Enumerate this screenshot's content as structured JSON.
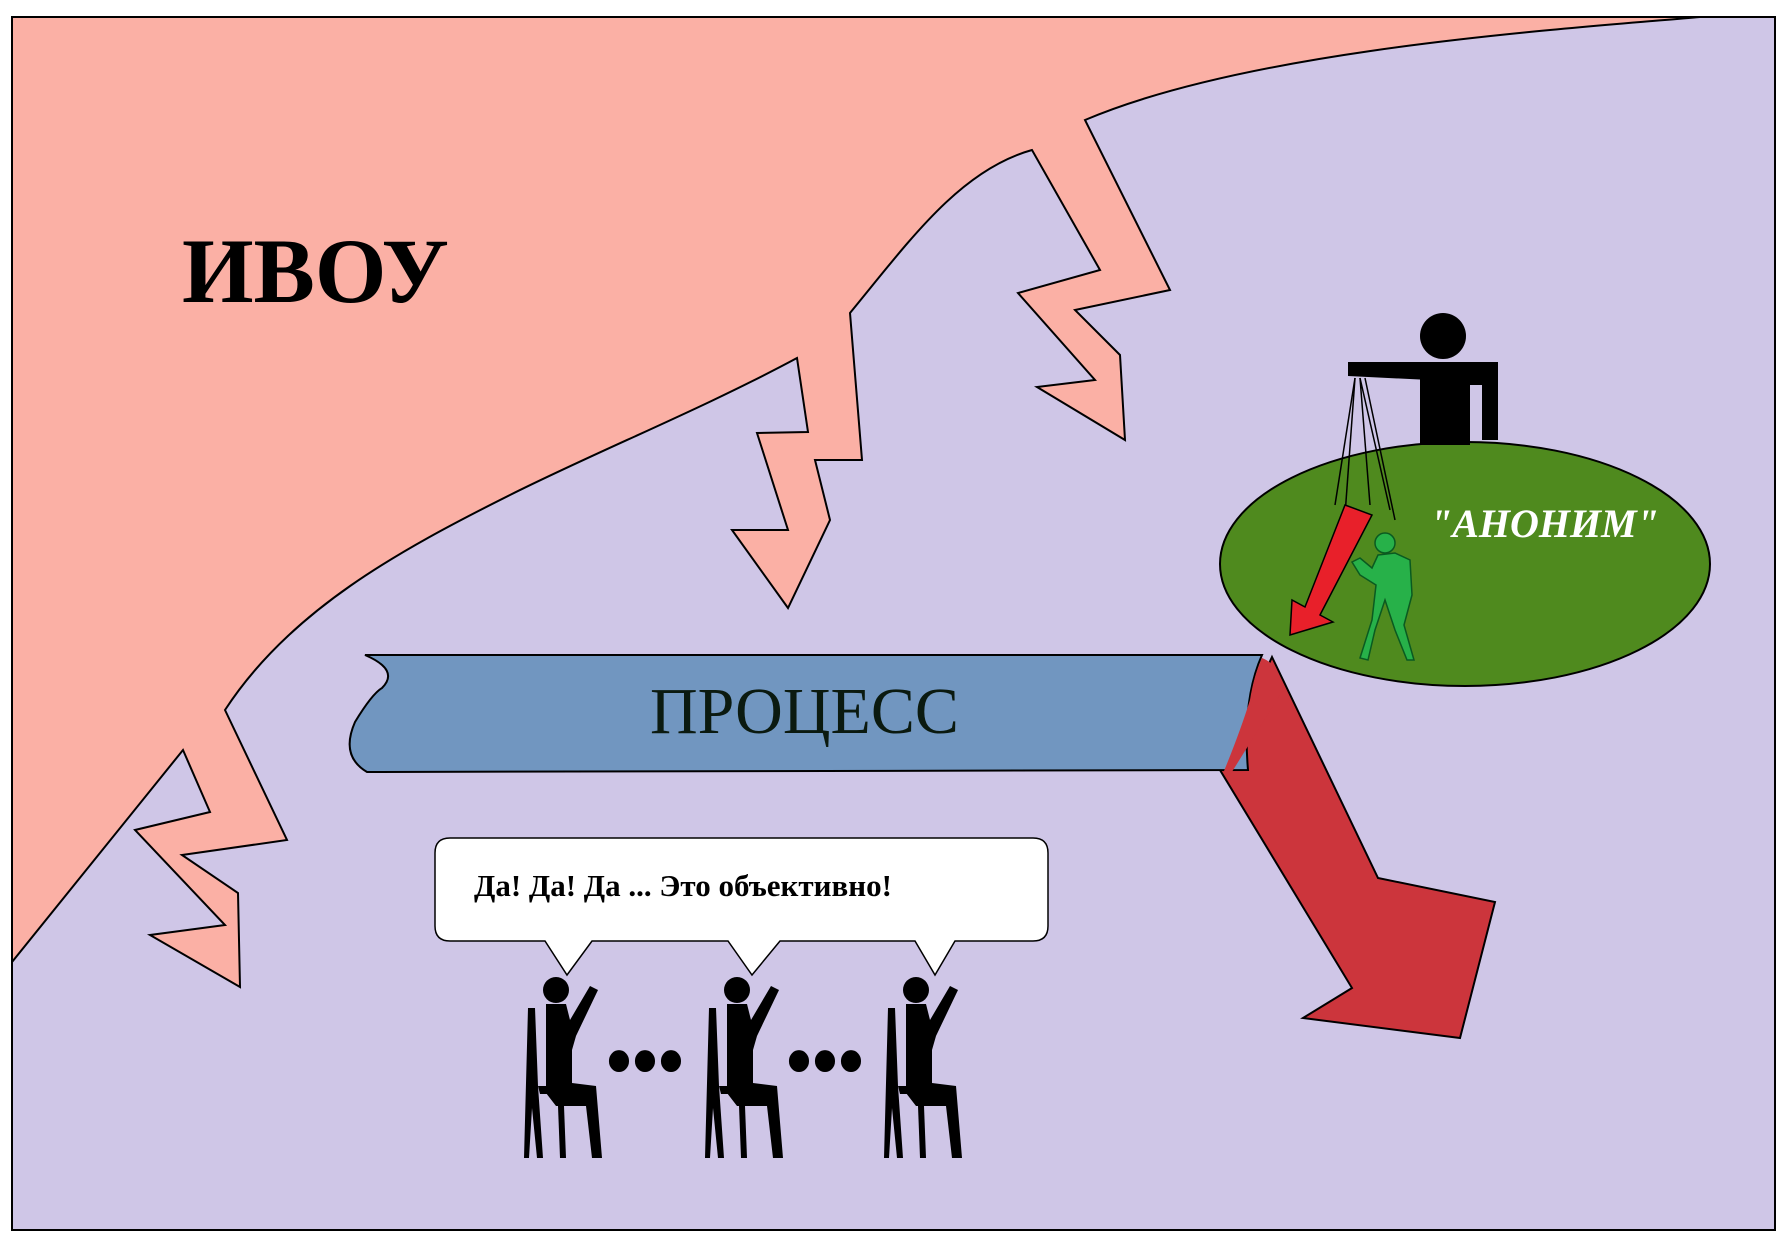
{
  "labels": {
    "ivou": "ИВОУ",
    "process": "ПРОЦЕСС",
    "speech": "Да! Да! Да ...  Это объективно!",
    "anonim": "\"АНОНИМ\"",
    "ellipsis": "•••"
  },
  "colors": {
    "background": "#cfc6e7",
    "ivou_region": "#fbb0a5",
    "process_bar": "#7196c0",
    "red_arrow": "#cc353c",
    "anonim_ellipse": "#4f8a1e",
    "puppet": "#27b149",
    "small_arrow": "#e8202a",
    "bubble": "#ffffff"
  },
  "icons": [
    "lightning-arrow",
    "puppeteer-figure",
    "puppet-figure",
    "seated-person",
    "speech-bubble",
    "bent-red-arrow"
  ]
}
